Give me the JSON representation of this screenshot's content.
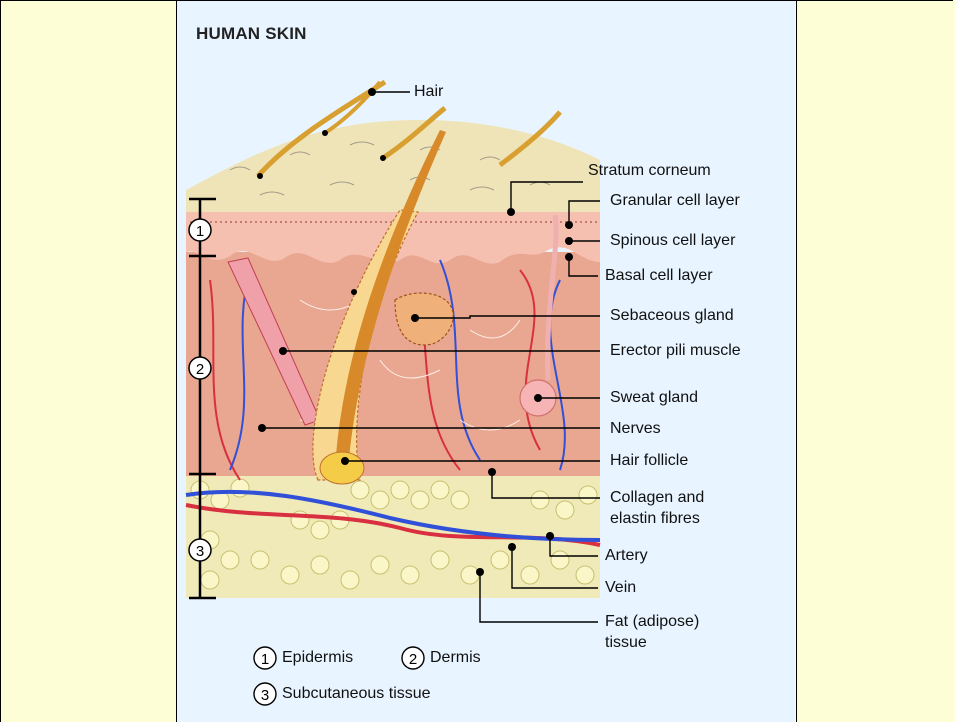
{
  "title": "HUMAN SKIN",
  "labels": {
    "hair": "Hair",
    "stratum_corneum": "Stratum corneum",
    "granular": "Granular cell layer",
    "spinous": "Spinous cell layer",
    "basal": "Basal cell layer",
    "sebaceous": "Sebaceous gland",
    "erector": "Erector pili muscle",
    "sweat": "Sweat gland",
    "nerves": "Nerves",
    "follicle": "Hair follicle",
    "collagen_1": "Collagen and",
    "collagen_2": "elastin fibres",
    "artery": "Artery",
    "vein": "Vein",
    "fat_1": "Fat (adipose)",
    "fat_2": "tissue"
  },
  "layer_markers": {
    "one": "1",
    "two": "2",
    "three": "3"
  },
  "legend": {
    "epidermis_num": "1",
    "epidermis": "Epidermis",
    "dermis_num": "2",
    "dermis": "Dermis",
    "subcutaneous_num": "3",
    "subcutaneous": "Subcutaneous tissue"
  },
  "colors": {
    "panel_bg": "#e8f4ff",
    "side_bg": "#fefed6",
    "stratum": "#efe3b8",
    "epidermis": "#f4b8a8",
    "dermis": "#e8a48e",
    "fat": "#f2eebc",
    "artery": "#d83040",
    "vein": "#3050d8",
    "hair": "#e0a828"
  }
}
